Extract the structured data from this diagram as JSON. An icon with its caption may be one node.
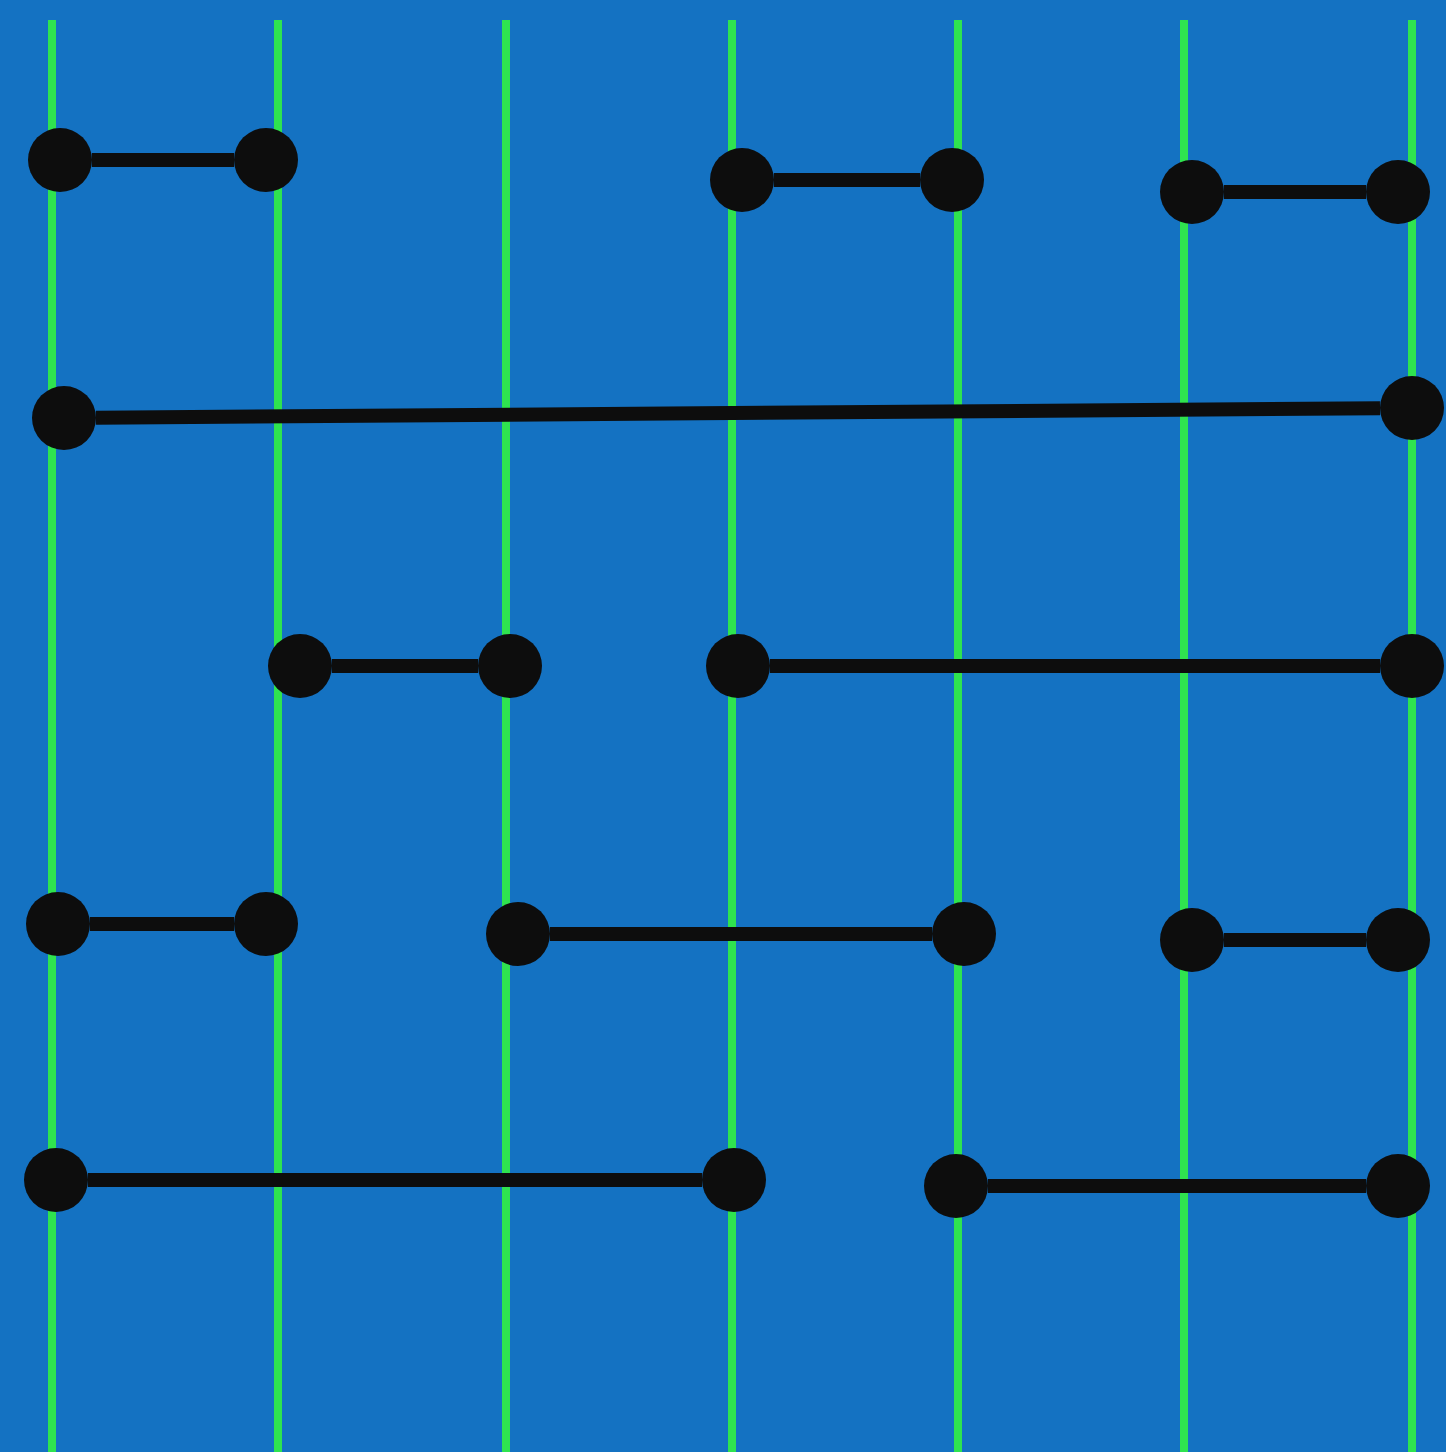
{
  "diagram": {
    "nodes": [
      {
        "text": [],
        "shape": "circle"
      },
      {
        "text": [],
        "shape": "circle"
      },
      {
        "text": [],
        "shape": "circle"
      },
      {
        "text": [],
        "shape": "circle"
      },
      {
        "text": [],
        "shape": "circle"
      },
      {
        "text": [],
        "shape": "circle"
      },
      {
        "text": [],
        "shape": "circle"
      },
      {
        "text": [],
        "shape": "circle"
      },
      {
        "text": [],
        "shape": "circle"
      },
      {
        "text": [],
        "shape": "circle"
      },
      {
        "text": [],
        "shape": "circle"
      },
      {
        "text": [],
        "shape": "circle"
      },
      {
        "text": [],
        "shape": "circle"
      },
      {
        "text": [],
        "shape": "circle"
      },
      {
        "text": [],
        "shape": "circle"
      },
      {
        "text": [],
        "shape": "circle"
      },
      {
        "text": [],
        "shape": "circle"
      },
      {
        "text": [],
        "shape": "circle"
      },
      {
        "text": [],
        "shape": "circle"
      },
      {
        "text": [],
        "shape": "circle"
      },
      {
        "text": [],
        "shape": "circle"
      },
      {
        "text": [],
        "shape": "circle"
      }
    ],
    "edges": [
      {
        "from": 0,
        "to": 1,
        "arrow": "none"
      },
      {
        "from": 2,
        "to": 3,
        "arrow": "none"
      },
      {
        "from": 4,
        "to": 5,
        "arrow": "none"
      },
      {
        "from": 6,
        "to": 7,
        "arrow": "none"
      },
      {
        "from": 8,
        "to": 9,
        "arrow": "none"
      },
      {
        "from": 10,
        "to": 11,
        "arrow": "none"
      },
      {
        "from": 12,
        "to": 13,
        "arrow": "none"
      },
      {
        "from": 14,
        "to": 15,
        "arrow": "none"
      },
      {
        "from": 16,
        "to": 17,
        "arrow": "none"
      },
      {
        "from": 18,
        "to": 19,
        "arrow": "none"
      },
      {
        "from": 20,
        "to": 21,
        "arrow": "none"
      }
    ]
  }
}
